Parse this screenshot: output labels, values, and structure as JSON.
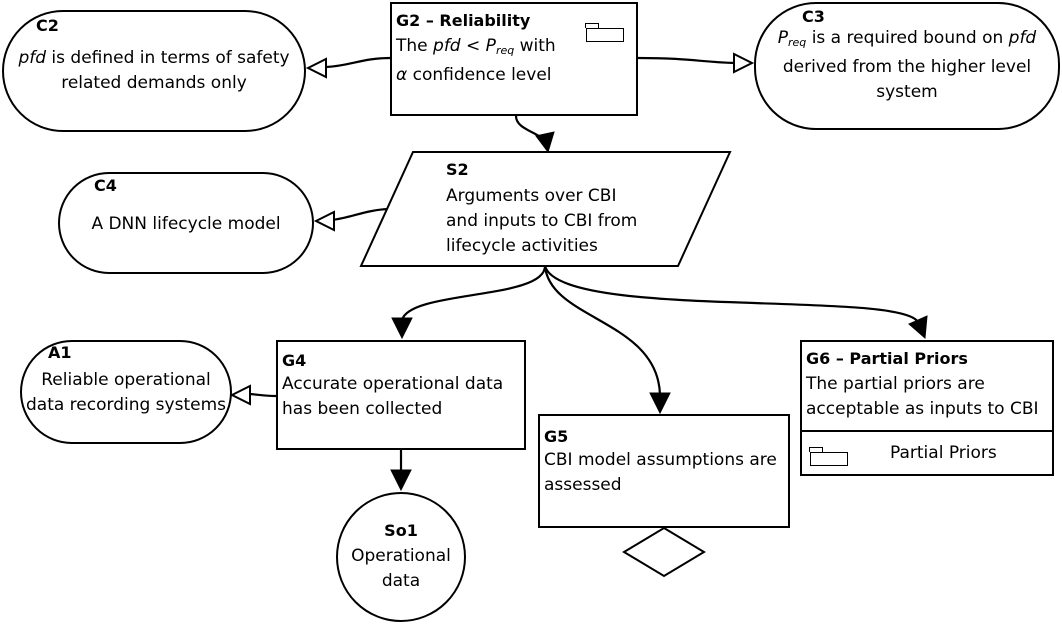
{
  "nodes": {
    "G2": {
      "id": "G2 – Reliability",
      "pre_pfd": "The ",
      "pfd": "pfd",
      "lt": " < ",
      "P": "P",
      "req": "req",
      "with": " with",
      "alpha": "α",
      "line2": " confidence level"
    },
    "C2": {
      "id": "C2",
      "pfd": "pfd",
      "line1": " is defined in terms of safety",
      "line2": "related demands only"
    },
    "C3": {
      "id": "C3",
      "P": "P",
      "req": "req",
      "line1": " is a required bound on ",
      "pfd": "pfd",
      "line2": "derived from the higher level",
      "line3": "system"
    },
    "S2": {
      "id": "S2",
      "line1": "Arguments over CBI",
      "line2": "and inputs to CBI from",
      "line3": "lifecycle activities"
    },
    "C4": {
      "id": "C4",
      "text": "A DNN lifecycle model"
    },
    "A1": {
      "id": "A1",
      "line1": "Reliable operational",
      "line2": "data recording systems"
    },
    "G4": {
      "id": "G4",
      "line1": "Accurate operational data",
      "line2": "has been collected"
    },
    "G5": {
      "id": "G5",
      "line1": "CBI model assumptions are",
      "line2": "assessed"
    },
    "G6": {
      "id": "G6 – Partial Priors",
      "line1": "The partial priors are",
      "line2": "acceptable as inputs to CBI",
      "module": "Partial Priors"
    },
    "So1": {
      "id": "So1",
      "line1": "Operational",
      "line2": "data"
    }
  }
}
